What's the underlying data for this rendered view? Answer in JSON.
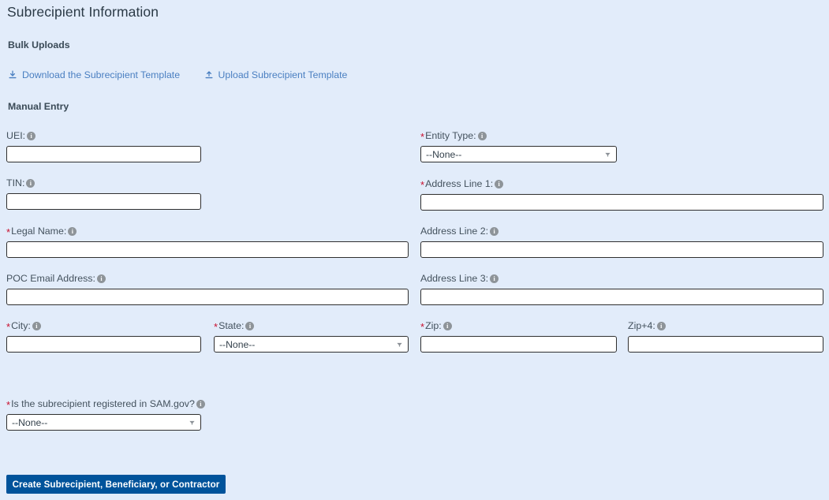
{
  "page": {
    "title": "Subrecipient Information",
    "bulk_heading": "Bulk Uploads",
    "manual_heading": "Manual Entry"
  },
  "bulk_links": [
    {
      "label": "Download the Subrecipient Template",
      "icon": "download-icon"
    },
    {
      "label": "Upload Subrecipient Template",
      "icon": "upload-icon"
    }
  ],
  "fields": {
    "uei": {
      "label": "UEI:",
      "required": false,
      "value": "",
      "info": "info-icon"
    },
    "tin": {
      "label": "TIN:",
      "required": false,
      "value": "",
      "info": "info-icon"
    },
    "legal_name": {
      "label": "Legal Name:",
      "required": true,
      "value": "",
      "info": "info-icon"
    },
    "poc_email": {
      "label": "POC Email Address:",
      "required": false,
      "value": "",
      "info": "info-icon"
    },
    "entity_type": {
      "label": "Entity Type:",
      "required": true,
      "value": "--None--",
      "info": "info-icon"
    },
    "address1": {
      "label": "Address Line 1:",
      "required": true,
      "value": "",
      "info": "info-icon"
    },
    "address2": {
      "label": "Address Line 2:",
      "required": false,
      "value": "",
      "info": "info-icon"
    },
    "address3": {
      "label": "Address Line 3:",
      "required": false,
      "value": "",
      "info": "info-icon"
    },
    "city": {
      "label": "City:",
      "required": true,
      "value": "",
      "info": "info-icon"
    },
    "state": {
      "label": "State:",
      "required": true,
      "value": "--None--",
      "info": "info-icon"
    },
    "zip": {
      "label": "Zip:",
      "required": true,
      "value": "",
      "info": "info-icon"
    },
    "zip4": {
      "label": "Zip+4:",
      "required": false,
      "value": "",
      "info": "info-icon"
    },
    "sam_registered": {
      "label": "Is the subrecipient registered in SAM.gov?",
      "required": true,
      "value": "--None--",
      "info": "info-icon"
    }
  },
  "submit": {
    "label": "Create Subrecipient, Beneficiary, or Contractor"
  },
  "colors": {
    "background": "#e2ecfa",
    "link": "#4a7fc1",
    "required_asterisk": "#c8102e",
    "button": "#00539b",
    "input_border": "#2f2f2f",
    "info_icon": "#8e9499"
  }
}
